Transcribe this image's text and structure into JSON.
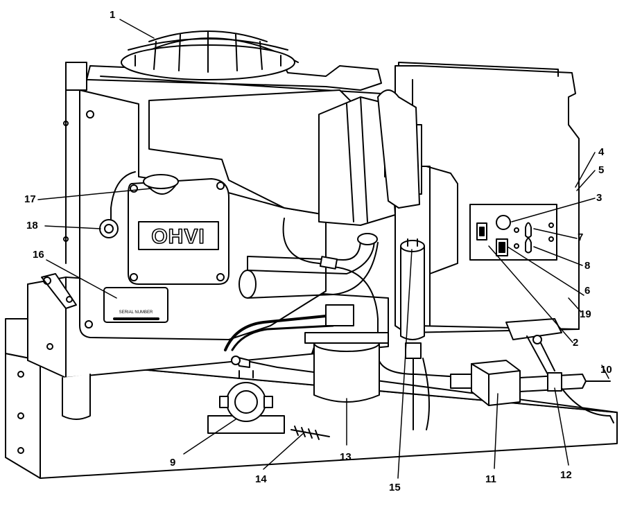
{
  "figure": {
    "plate_text": "OHVI",
    "label_text": "SERIAL NUMBER"
  },
  "callouts": [
    {
      "id": "c1",
      "text": "1"
    },
    {
      "id": "c2",
      "text": "2"
    },
    {
      "id": "c3",
      "text": "3"
    },
    {
      "id": "c4",
      "text": "4"
    },
    {
      "id": "c5",
      "text": "5"
    },
    {
      "id": "c6",
      "text": "6"
    },
    {
      "id": "c7",
      "text": "7"
    },
    {
      "id": "c8",
      "text": "8"
    },
    {
      "id": "c9",
      "text": "9"
    },
    {
      "id": "c10",
      "text": "10"
    },
    {
      "id": "c11",
      "text": "11"
    },
    {
      "id": "c12",
      "text": "12"
    },
    {
      "id": "c13",
      "text": "13"
    },
    {
      "id": "c14",
      "text": "14"
    },
    {
      "id": "c15",
      "text": "15"
    },
    {
      "id": "c16",
      "text": "16"
    },
    {
      "id": "c17",
      "text": "17"
    },
    {
      "id": "c18",
      "text": "18"
    },
    {
      "id": "c19",
      "text": "19"
    }
  ]
}
